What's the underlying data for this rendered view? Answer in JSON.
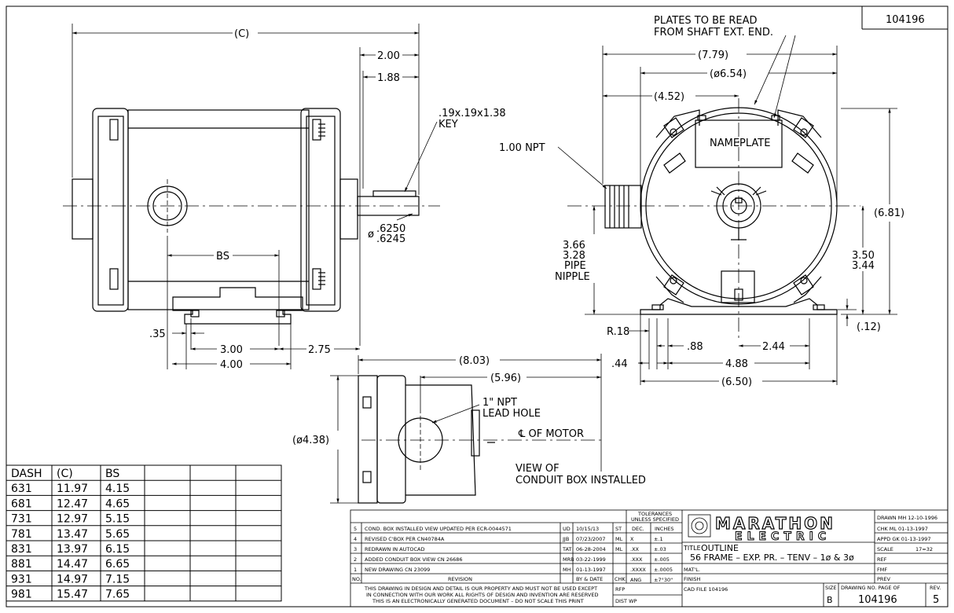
{
  "drawing_number_box": "104196",
  "front_view": {
    "dim_c": "(C)",
    "dim_200": "2.00",
    "dim_188": "1.88",
    "key_line1": ".19x.19x1.38",
    "key_line2": "KEY",
    "shaft_dia_label": "ø",
    "shaft_dia1": ".6250",
    "shaft_dia2": ".6245",
    "dim_bs": "BS",
    "dim_035": ".35",
    "dim_300": "3.00",
    "dim_400": "4.00",
    "dim_275": "2.75"
  },
  "end_view": {
    "plates_line1": "PLATES TO BE READ",
    "plates_line2": "FROM SHAFT EXT. END.",
    "dim_779": "(7.79)",
    "dim_654": "(ø6.54)",
    "dim_452": "(4.52)",
    "npt": "1.00 NPT",
    "nameplate": "NAMEPLATE",
    "dim_681": "(6.81)",
    "pipe_1": "3.66",
    "pipe_2": "3.28",
    "pipe_3": "PIPE",
    "pipe_4": "NIPPLE",
    "dim_350": "3.50",
    "dim_344": "3.44",
    "dim_012": "(.12)",
    "dim_r18": "R.18",
    "dim_088": ".88",
    "dim_244": "2.44",
    "dim_044": ".44",
    "dim_488": "4.88",
    "dim_650": "(6.50)"
  },
  "conduit_view": {
    "dim_803": "(8.03)",
    "dim_596": "(5.96)",
    "npt_line1": "1\" NPT",
    "npt_line2": "LEAD HOLE",
    "centerline": "℄ OF MOTOR",
    "dim_438": "(ø4.38)",
    "caption1": "VIEW OF",
    "caption2": "CONDUIT BOX INSTALLED"
  },
  "dash_table": {
    "headers": [
      "DASH",
      "(C)",
      "BS"
    ],
    "rows": [
      [
        "631",
        "11.97",
        "4.15"
      ],
      [
        "681",
        "12.47",
        "4.65"
      ],
      [
        "731",
        "12.97",
        "5.15"
      ],
      [
        "781",
        "13.47",
        "5.65"
      ],
      [
        "831",
        "13.97",
        "6.15"
      ],
      [
        "881",
        "14.47",
        "6.65"
      ],
      [
        "931",
        "14.97",
        "7.15"
      ],
      [
        "981",
        "15.47",
        "7.65"
      ]
    ]
  },
  "title_block": {
    "revisions": [
      {
        "no": "5",
        "desc": "COND. BOX INSTALLED VIEW UPDATED PER ECR-0044571",
        "by": "UD",
        "date": "10/15/13",
        "chk": "ST"
      },
      {
        "no": "4",
        "desc": "REVISED C'BOX PER    CN40784A",
        "by": "JJB",
        "date": "07/23/2007",
        "chk": "ML"
      },
      {
        "no": "3",
        "desc": "REDRAWN IN AUTOCAD",
        "by": "TAT",
        "date": "06-28-2004",
        "chk": "ML"
      },
      {
        "no": "2",
        "desc": "ADDED CONDUIT BOX VIEW                   CN 26686",
        "by": "MRB",
        "date": "03-22-1999",
        "chk": ""
      },
      {
        "no": "1",
        "desc": "NEW DRAWING                              CN 23099",
        "by": "MH",
        "date": "01-13-1997",
        "chk": ""
      }
    ],
    "rev_header_no": "NO.",
    "rev_header_rev": "REVISION",
    "rev_header_by": "BY & DATE",
    "rev_header_chk": "CHK",
    "tol_title1": "TOLERANCES",
    "tol_title2": "UNLESS SPECIFIED",
    "tol_dec": "DEC.",
    "tol_inches": "INCHES",
    "tol_rows": [
      [
        "X",
        "±.1"
      ],
      [
        ".XX",
        "±.03"
      ],
      [
        ".XXX",
        "±.005"
      ],
      [
        ".XXXX",
        "±.0005"
      ],
      [
        "ANG",
        "±7°30\""
      ]
    ],
    "brand1": "MARATHON",
    "brand2": "ELECTRIC",
    "drawn": "DRAWN  MH 12-10-1996",
    "chk": "CHK    ML 01-13-1997",
    "appd": "APPD   GK 01-13-1997",
    "scale_label": "SCALE",
    "scale_value": "17=32",
    "ref": "REF",
    "fmf": "FMF",
    "prev": "PREV",
    "title_label": "TITLE",
    "title_line1": "OUTLINE",
    "title_line2": "56 FRAME – EXP. PR. – TENV – 1ø & 3ø",
    "matl": "MAT'L.",
    "finish": "FINISH",
    "cad_file": "CAD FILE  104196",
    "rfp": "RFP",
    "dist": "DIST   WP",
    "size_label": "SIZE",
    "size_value": "B",
    "dwg_label": "DRAWING NO.   PAGE     OF",
    "dwg_value": "104196",
    "rev_label": "REV.",
    "rev_value": "5",
    "disclaimer1": "THIS DRAWING IN DESIGN AND DETAIL IS OUR PROPERTY AND MUST NOT BE USED EXCEPT",
    "disclaimer2": "IN CONNECTION WITH OUR WORK ALL RIGHTS OF DESIGN AND INVENTION ARE RESERVED",
    "disclaimer3": "THIS IS AN ELECTRONICALLY GENERATED DOCUMENT – DO NOT SCALE THIS PRINT"
  }
}
